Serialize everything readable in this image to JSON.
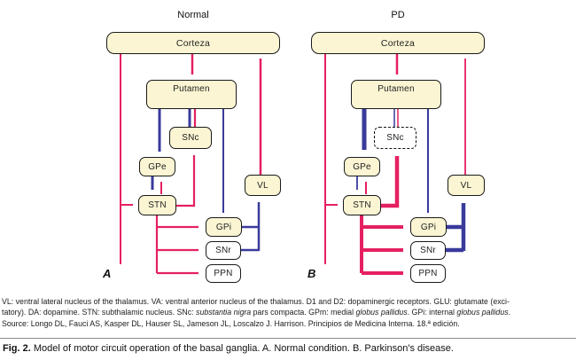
{
  "figure": {
    "panel_a": {
      "title": "Normal",
      "panel_label": "A",
      "nodes": {
        "cortex": "Corteza",
        "putamen": "Putamen",
        "snc": "SNc",
        "gpe": "GPe",
        "vl": "VL",
        "stn": "STN",
        "gpi": "GPi",
        "snr": "SNr",
        "ppn": "PPN"
      }
    },
    "panel_b": {
      "title": "PD",
      "panel_label": "B",
      "nodes": {
        "cortex": "Corteza",
        "putamen": "Putamen",
        "snc": "SNc",
        "gpe": "GPe",
        "vl": "VL",
        "stn": "STN",
        "gpi": "GPi",
        "snr": "SNr",
        "ppn": "PPN"
      }
    },
    "legend_colors": {
      "excitatory_arrow": "#e52060",
      "inhibitory_arrow": "#3a3a9c",
      "node_fill": "#fbf5d3"
    }
  },
  "footnote": {
    "line1": "VL: ventral lateral nucleus of the thalamus. VA: ventral anterior nucleus of the thalamus. D1 and D2: dopaminergic receptors. GLU: glutamate (exci-",
    "line2": {
      "p1": "tatory). DA: dopamine. STN: subthalamic nucleus. SNc: ",
      "p2_italic": "substantia nigra",
      "p3": " pars compacta. GPm: medial ",
      "p4_italic": "globus pallidus",
      "p5": ". GPi: internal ",
      "p6_italic": "globus pallidus",
      "p7": "."
    },
    "line3": "Source: Longo DL, Fauci AS, Kasper DL, Hauser SL, Jameson JL, Loscalzo J. Harrison. Principios de Medicina Interna. 18.ª edición."
  },
  "fig_caption": {
    "label": "Fig. 2.",
    "text": " Model of motor circuit operation of the basal ganglia. A. Normal condition. B. Parkinson's disease."
  }
}
